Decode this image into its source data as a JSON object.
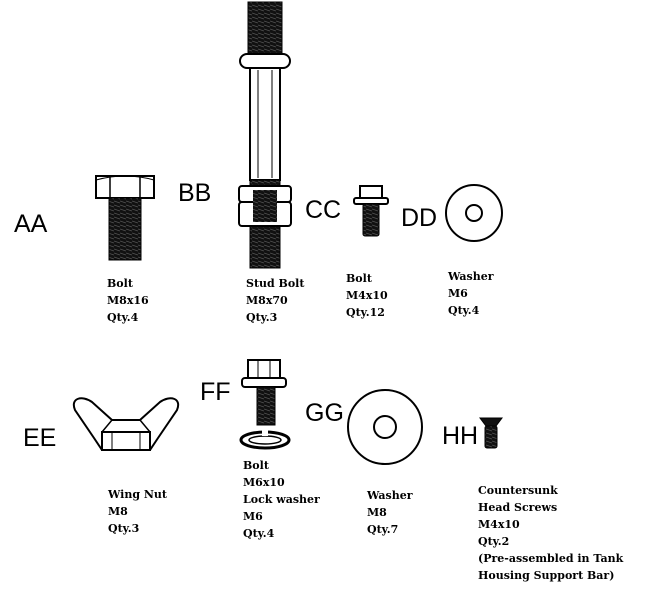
{
  "parts": [
    {
      "code": "AA",
      "lines": [
        "Bolt",
        "M8x16",
        "Qty.4"
      ],
      "icon": "hex-bolt-icon"
    },
    {
      "code": "BB",
      "lines": [
        "Stud Bolt",
        "M8x70",
        "Qty.3"
      ],
      "icon": "stud-bolt-icon"
    },
    {
      "code": "CC",
      "lines": [
        "Bolt",
        "M4x10",
        "Qty.12"
      ],
      "icon": "flange-bolt-small-icon"
    },
    {
      "code": "DD",
      "lines": [
        "Washer",
        "M6",
        "Qty.4"
      ],
      "icon": "washer-small-icon"
    },
    {
      "code": "EE",
      "lines": [
        "Wing Nut",
        "M8",
        "Qty.3"
      ],
      "icon": "wing-nut-icon"
    },
    {
      "code": "FF",
      "lines": [
        "Bolt",
        "M6x10",
        "Lock washer",
        "M6",
        "Qty.4"
      ],
      "icon": "flange-bolt-lock-washer-icon"
    },
    {
      "code": "GG",
      "lines": [
        "Washer",
        "M8",
        "Qty.7"
      ],
      "icon": "washer-large-icon"
    },
    {
      "code": "HH",
      "lines": [
        "Countersunk",
        "Head Screws",
        "M4x10",
        "Qty.2",
        "(Pre-assembled in Tank",
        "Housing Support Bar)"
      ],
      "icon": "countersunk-screw-icon"
    }
  ]
}
